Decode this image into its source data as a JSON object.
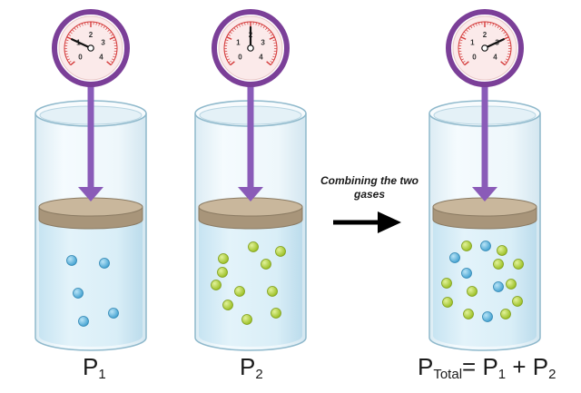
{
  "containers": [
    {
      "id": "p1",
      "gauge_ticks": [
        "0",
        "1",
        "2",
        "3",
        "4"
      ],
      "gauge_reading": 1,
      "label_main": "P",
      "label_sub": "1",
      "particles": [
        {
          "kind": "blue",
          "n": 1
        },
        {
          "kind": "blue",
          "n": 2
        },
        {
          "kind": "blue",
          "n": 3
        },
        {
          "kind": "blue",
          "n": 4
        },
        {
          "kind": "blue",
          "n": 5
        }
      ]
    },
    {
      "id": "p2",
      "gauge_ticks": [
        "0",
        "1",
        "2",
        "3",
        "4"
      ],
      "gauge_reading": 2,
      "label_main": "P",
      "label_sub": "2",
      "particles": [
        {
          "kind": "green"
        },
        {
          "kind": "green"
        },
        {
          "kind": "green"
        },
        {
          "kind": "green"
        },
        {
          "kind": "green"
        },
        {
          "kind": "green"
        },
        {
          "kind": "green"
        },
        {
          "kind": "green"
        },
        {
          "kind": "green"
        },
        {
          "kind": "green"
        },
        {
          "kind": "green"
        }
      ]
    },
    {
      "id": "total",
      "gauge_ticks": [
        "0",
        "1",
        "2",
        "3",
        "4"
      ],
      "gauge_reading": 3,
      "label_main": "P",
      "label_sub": "Total",
      "label_equation": "= P",
      "label_eq_sub1": "1",
      "label_plus": " + P",
      "label_eq_sub2": "2",
      "particles": [
        {
          "kind": "green"
        },
        {
          "kind": "blue"
        },
        {
          "kind": "green"
        },
        {
          "kind": "blue"
        },
        {
          "kind": "green"
        },
        {
          "kind": "green"
        },
        {
          "kind": "blue"
        },
        {
          "kind": "green"
        },
        {
          "kind": "green"
        },
        {
          "kind": "green"
        },
        {
          "kind": "blue"
        },
        {
          "kind": "green"
        },
        {
          "kind": "green"
        },
        {
          "kind": "blue"
        },
        {
          "kind": "green"
        },
        {
          "kind": "green"
        }
      ]
    }
  ],
  "arrow_caption": "Combining the two gases",
  "colors": {
    "gauge_ring": "#7b3f98",
    "gauge_face": "#fbeaea",
    "gauge_dial_marks": "#d43a3a",
    "push_arrow": "#8a5bb8",
    "piston_top": "#c9b79c",
    "piston_side": "#a8957a",
    "gas_fill": "#d9eef7",
    "glass": "#eef7fb",
    "glass_edge": "#8fb9cc",
    "particle_blue": "#55b4e0",
    "particle_green": "#b2d235",
    "combine_arrow": "#000000"
  }
}
